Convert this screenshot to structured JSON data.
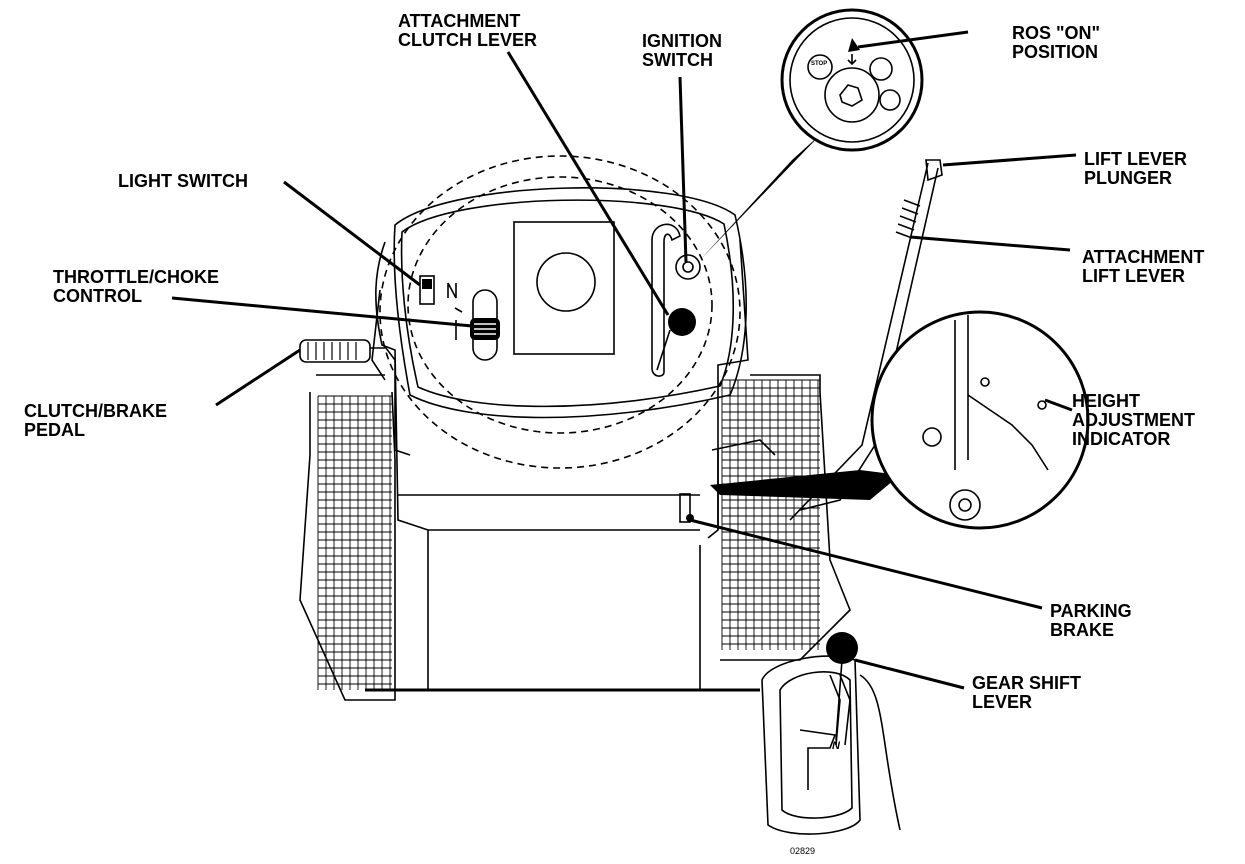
{
  "labels": {
    "attachment_clutch_lever": "ATTACHMENT\nCLUTCH LEVER",
    "ignition_switch": "IGNITION\nSWITCH",
    "ros_on_position": "ROS \"ON\"\nPOSITION",
    "lift_lever_plunger": "LIFT LEVER\nPLUNGER",
    "light_switch": "LIGHT SWITCH",
    "attachment_lift_lever": "ATTACHMENT\nLIFT LEVER",
    "throttle_choke_control": "THROTTLE/CHOKE\nCONTROL",
    "clutch_brake_pedal": "CLUTCH/BRAKE\nPEDAL",
    "height_adjustment_indicator": "HEIGHT\nADJUSTMENT\nINDICATOR",
    "parking_brake": "PARKING\nBRAKE",
    "gear_shift_lever": "GEAR SHIFT\nLEVER"
  },
  "ignition_icons": {
    "stop": "STOP"
  },
  "gear_marks": {
    "neutral": "N"
  },
  "figure_number": "02829"
}
